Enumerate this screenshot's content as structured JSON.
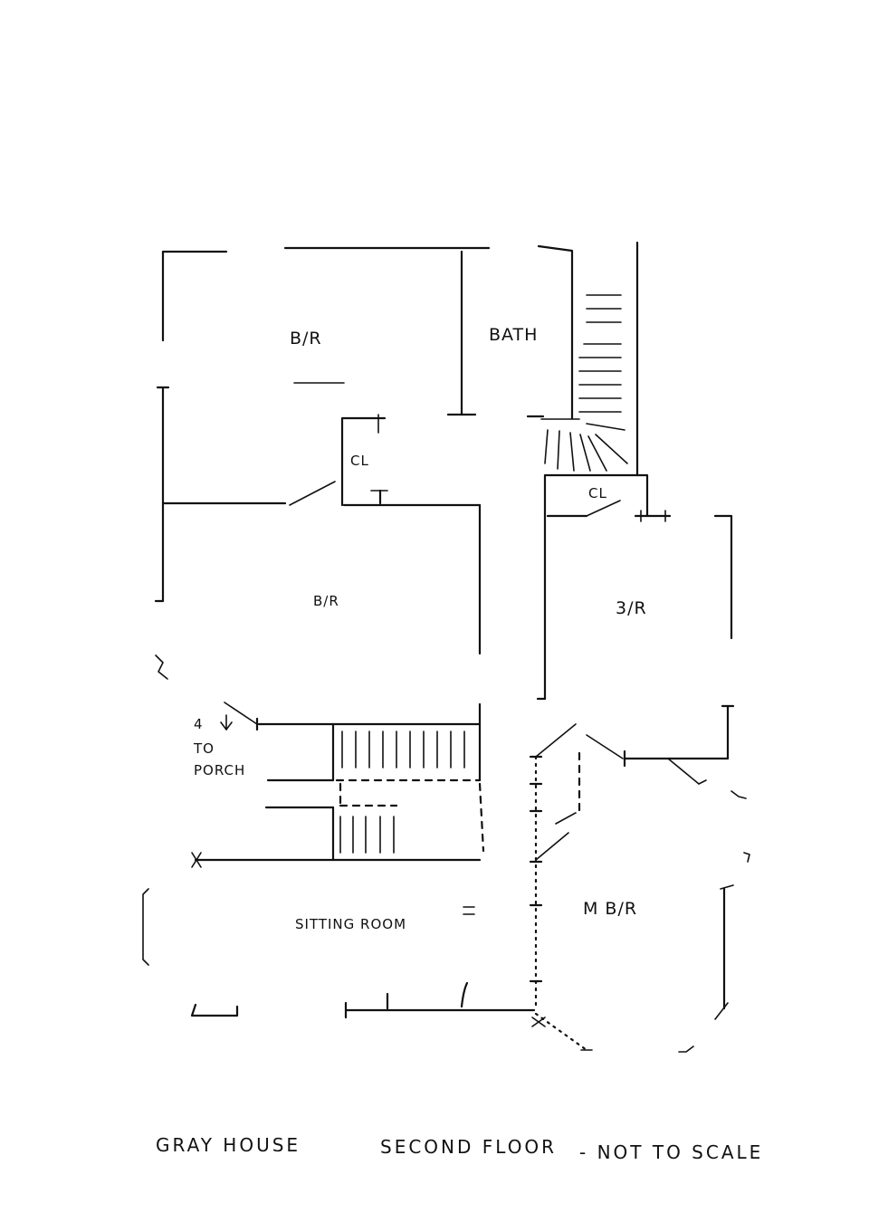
{
  "rooms": {
    "bedroom_top": "B/R",
    "bath": "BATH",
    "closet_left": "CL",
    "closet_right": "CL",
    "bedroom_middle": "B/R",
    "bedroom_right": "3/R",
    "sitting_room": "SITTING ROOM",
    "master_bedroom": "M B/R"
  },
  "annotations": {
    "stair_note_line1": "4",
    "stair_note_line2": "TO",
    "stair_note_line3": "PORCH"
  },
  "caption": {
    "building": "GRAY HOUSE",
    "floor": "SECOND FLOOR",
    "scale_note": "- NOT TO SCALE"
  }
}
